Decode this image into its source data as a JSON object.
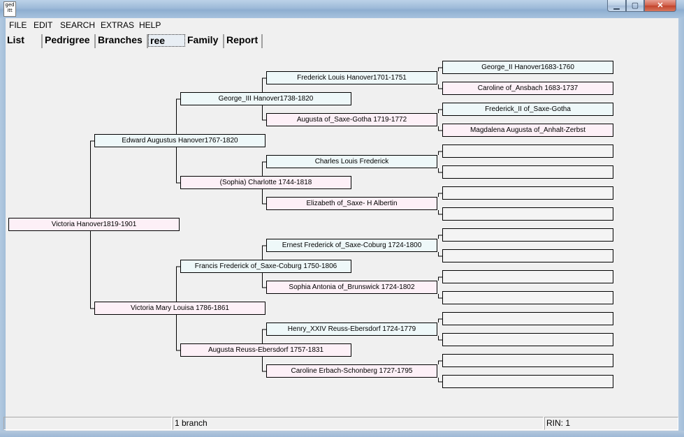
{
  "app": {
    "icon_text": "ged itt"
  },
  "menu": [
    "FILE",
    "EDIT",
    "SEARCH",
    "EXTRAS",
    "HELP"
  ],
  "tabs": [
    "List",
    "Pedrigree",
    "Branches",
    "ree",
    "Family",
    "Report"
  ],
  "tree": {
    "g0": {
      "text": "Victoria  Hanover1819-1901",
      "sex": "f"
    },
    "g1": [
      {
        "text": "Edward Augustus  Hanover1767-1820",
        "sex": "m"
      },
      {
        "text": "Victoria Mary Louisa 1786-1861",
        "sex": "f"
      }
    ],
    "g2": [
      {
        "text": "George_III  Hanover1738-1820",
        "sex": "m"
      },
      {
        "text": "(Sophia) Charlotte  1744-1818",
        "sex": "f"
      },
      {
        "text": "Francis Frederick of_Saxe-Coburg 1750-1806",
        "sex": "m"
      },
      {
        "text": "Augusta Reuss-Ebersdorf  1757-1831",
        "sex": "f"
      }
    ],
    "g3": [
      {
        "text": "Frederick Louis  Hanover1701-1751",
        "sex": "m"
      },
      {
        "text": "Augusta of_Saxe-Gotha  1719-1772",
        "sex": "f"
      },
      {
        "text": "Charles Louis Frederick",
        "sex": "m"
      },
      {
        "text": "Elizabeth of_Saxe- H Albertin",
        "sex": "f"
      },
      {
        "text": "Ernest Frederick of_Saxe-Coburg 1724-1800",
        "sex": "m"
      },
      {
        "text": "Sophia Antonia of_Brunswick 1724-1802",
        "sex": "f"
      },
      {
        "text": "Henry_XXIV Reuss-Ebersdorf  1724-1779",
        "sex": "m"
      },
      {
        "text": "Caroline Erbach-Schonberg  1727-1795",
        "sex": "f"
      }
    ],
    "g4": [
      {
        "text": "George_II  Hanover1683-1760",
        "sex": "m"
      },
      {
        "text": "Caroline of_Ansbach  1683-1737",
        "sex": "f"
      },
      {
        "text": "Frederick_II of_Saxe-Gotha",
        "sex": "m"
      },
      {
        "text": "Magdalena Augusta of_Anhalt-Zerbst",
        "sex": "f"
      },
      {
        "text": "",
        "sex": "e"
      },
      {
        "text": "",
        "sex": "e"
      },
      {
        "text": "",
        "sex": "e"
      },
      {
        "text": "",
        "sex": "e"
      },
      {
        "text": "",
        "sex": "e"
      },
      {
        "text": "",
        "sex": "e"
      },
      {
        "text": "",
        "sex": "e"
      },
      {
        "text": "",
        "sex": "e"
      },
      {
        "text": "",
        "sex": "e"
      },
      {
        "text": "",
        "sex": "e"
      },
      {
        "text": "",
        "sex": "e"
      },
      {
        "text": "",
        "sex": "e"
      }
    ]
  },
  "status": {
    "left": "",
    "middle": "1 branch",
    "right": "RIN: 1"
  }
}
